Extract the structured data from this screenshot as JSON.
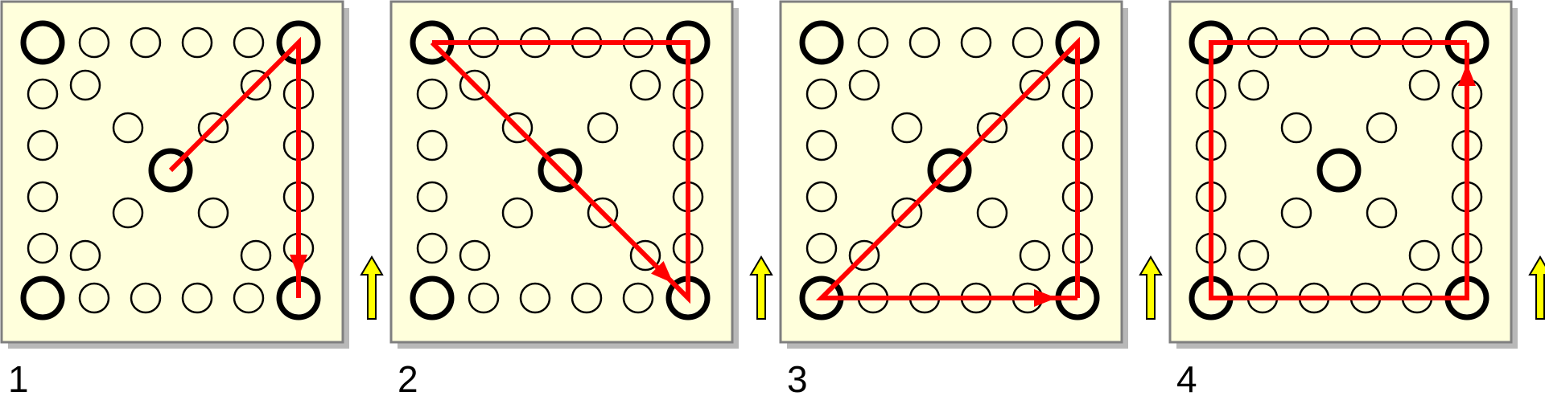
{
  "colors": {
    "board_fill": "#ffffdc",
    "board_border": "#7f7f7f",
    "shadow": "#b8b8b8",
    "hole_stroke": "#000000",
    "path_color": "#ff0000",
    "up_arrow_fill": "#ffff00",
    "up_arrow_stroke": "#000000"
  },
  "icons": {
    "direction_indicator": "up-arrow-icon"
  },
  "panels": [
    {
      "label": "1",
      "path": [
        "c",
        "tr",
        "br"
      ],
      "closed": false
    },
    {
      "label": "2",
      "path": [
        "tl",
        "tr",
        "br",
        "tl",
        "c",
        "br"
      ],
      "closed": false
    },
    {
      "label": "3",
      "path": [
        "br",
        "tr",
        "c",
        "bl",
        "br"
      ],
      "closed": false
    },
    {
      "label": "4",
      "path": [
        "tr",
        "tl",
        "bl",
        "br",
        "tr"
      ],
      "closed": false
    }
  ]
}
